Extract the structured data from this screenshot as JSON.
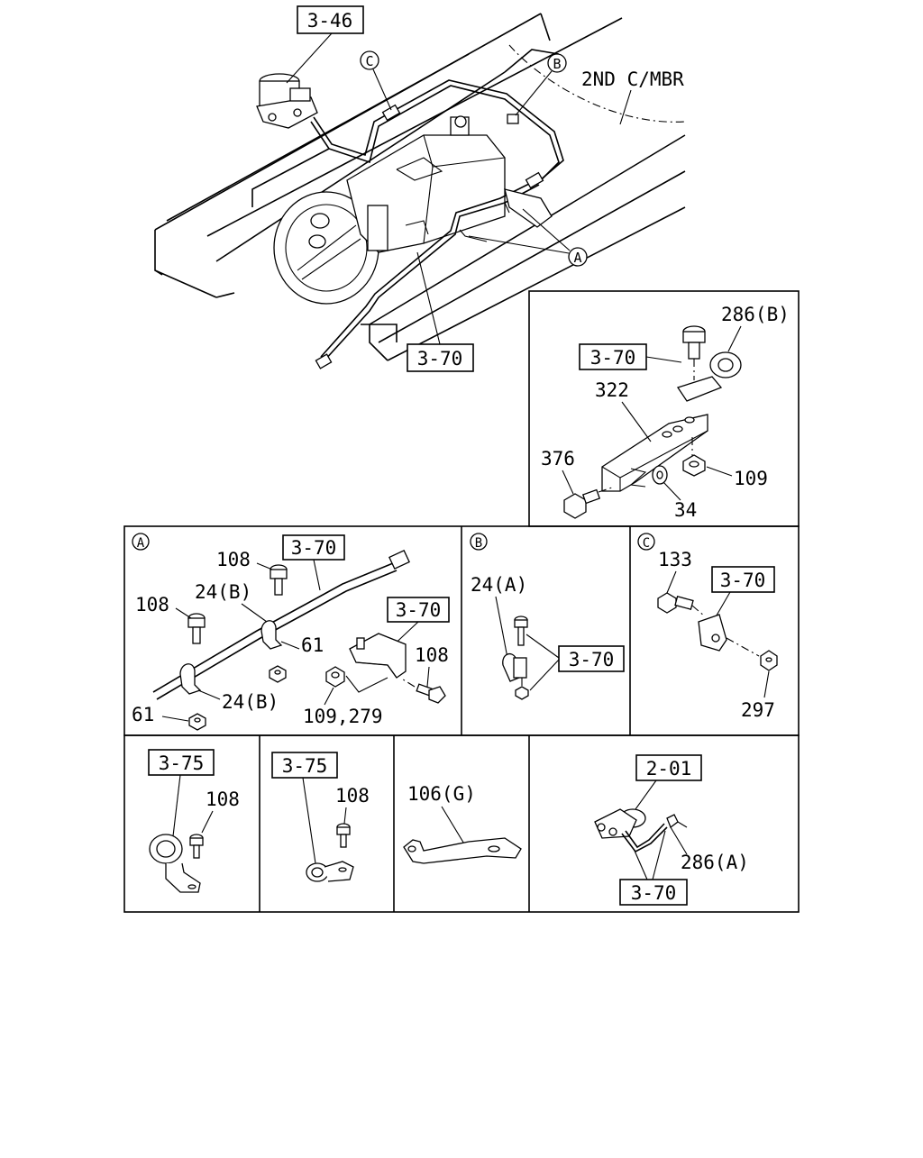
{
  "main_view": {
    "refs": {
      "air_dryer": "3-46",
      "transmission_pipe": "3-70"
    },
    "callouts": {
      "c": "C",
      "b": "B",
      "a": "A"
    },
    "member_label": "2ND C/MBR"
  },
  "detail_clip": {
    "ref": "3-70",
    "parts": {
      "clip": "286(B)",
      "bracket": "322",
      "bolt": "376",
      "washer": "34",
      "nut": "109"
    }
  },
  "detail_a": {
    "tag": "A",
    "refs": {
      "pipe": "3-70",
      "bracket": "3-70"
    },
    "parts": {
      "bolt_top": "108",
      "bolt_left": "108",
      "clip_top": "24(B)",
      "nut_mid": "61",
      "bolt_right": "108",
      "clip_bottom": "24(B)",
      "nut_bottom": "61",
      "nut_pair": "109,279"
    }
  },
  "detail_b": {
    "tag": "B",
    "ref": "3-70",
    "parts": {
      "clip": "24(A)"
    }
  },
  "detail_c": {
    "tag": "C",
    "ref": "3-70",
    "parts": {
      "bolt": "133",
      "nut": "297"
    }
  },
  "bottom_panels": {
    "p1": {
      "ref": "3-75",
      "part": "108"
    },
    "p2": {
      "ref": "3-75",
      "part": "108"
    },
    "p3": {
      "part": "106(G)"
    },
    "p4": {
      "ref_top": "2-01",
      "part": "286(A)",
      "ref_bottom": "3-70"
    }
  }
}
